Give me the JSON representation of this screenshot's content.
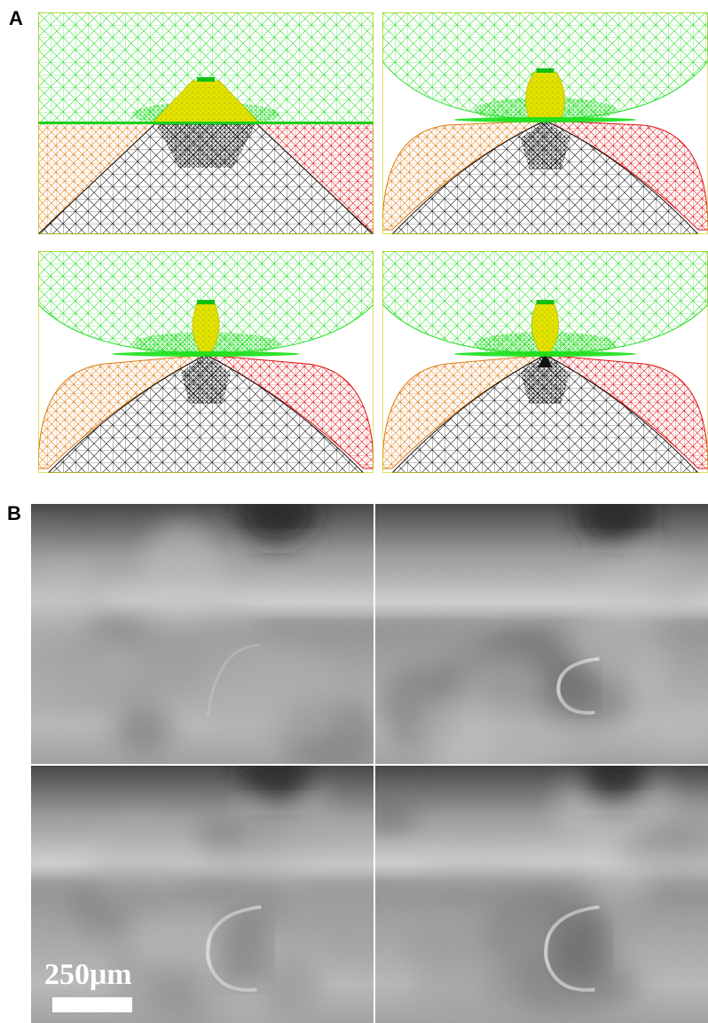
{
  "figure": {
    "panel_a_label": "A",
    "panel_b_label": "B",
    "scale_bar_text": "250μm"
  },
  "colors": {
    "upper_tissue": "#22dd22",
    "wedge": "#e8e800",
    "left_tissue": "#e07a10",
    "right_tissue": "#e01010",
    "lower_tissue": "#111111",
    "frame": "#cccc00"
  },
  "mesh_panels": [
    {
      "id": "mesh-1",
      "stage": 1
    },
    {
      "id": "mesh-2",
      "stage": 2
    },
    {
      "id": "mesh-3",
      "stage": 3
    },
    {
      "id": "mesh-4",
      "stage": 4
    }
  ],
  "micrograph_panels": [
    {
      "id": "micro-1",
      "stage": 1
    },
    {
      "id": "micro-2",
      "stage": 2
    },
    {
      "id": "micro-3",
      "stage": 3
    },
    {
      "id": "micro-4",
      "stage": 4
    }
  ]
}
